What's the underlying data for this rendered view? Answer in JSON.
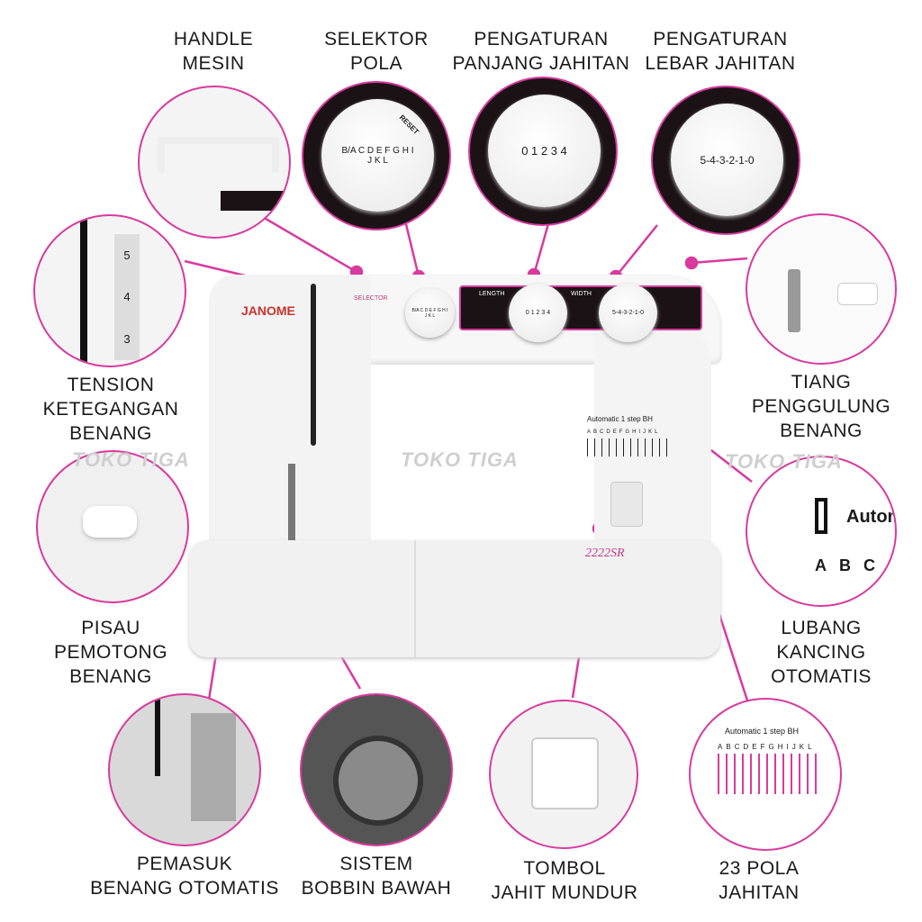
{
  "labels": {
    "handle": [
      "HANDLE",
      "MESIN"
    ],
    "selector": [
      "SELEKTOR",
      "POLA"
    ],
    "length": [
      "PENGATURAN",
      "PANJANG JAHITAN"
    ],
    "width": [
      "PENGATURAN",
      "LEBAR JAHITAN"
    ],
    "tension": [
      "TENSION",
      "KETEGANGAN",
      "BENANG"
    ],
    "spool": [
      "TIANG",
      "PENGGULUNG",
      "BENANG"
    ],
    "cutter": [
      "PISAU",
      "PEMOTONG",
      "BENANG"
    ],
    "buttonhole": [
      "LUBANG",
      "KANCING",
      "OTOMATIS"
    ],
    "threader": [
      "PEMASUK",
      "BENANG OTOMATIS"
    ],
    "bobbin": [
      "SISTEM",
      "BOBBIN BAWAH"
    ],
    "reverse": [
      "TOMBOL",
      "JAHIT MUNDUR"
    ],
    "patterns": [
      "23 POLA",
      "JAHITAN"
    ]
  },
  "machine": {
    "brand": "JANOME",
    "selector_text": "SELECTOR",
    "length_text": "LENGTH",
    "width_text": "WIDTH",
    "model": "2222SR",
    "bh_text": "Automatic 1 step BH",
    "pattern_letters": [
      "A",
      "B",
      "C",
      "D",
      "E",
      "F",
      "G",
      "H",
      "I",
      "J",
      "K",
      "L"
    ],
    "selector_dial": "B/A C D E F G H I J K L",
    "length_dial": "0 1 2 3 4",
    "width_dial": "5-4-3-2-1-0",
    "tension_numbers": [
      "5",
      "4",
      "3"
    ],
    "reset": "RESET"
  },
  "watermark": "TOKO TIGA",
  "colors": {
    "accent": "#d83a9e",
    "brand": "#c9332b"
  }
}
